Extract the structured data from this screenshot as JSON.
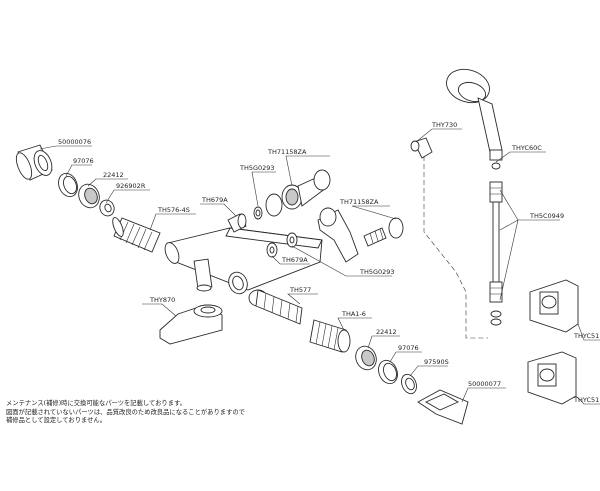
{
  "part_labels": {
    "p_50000076": "50000076",
    "p_97076_a": "97076",
    "p_22412_a": "22412",
    "p_926902R": "926902R",
    "p_TH576_4S": "TH576-4S",
    "p_TH679A_a": "TH679A",
    "p_TH5G0293_a": "TH5G0293",
    "p_TH71158ZA_a": "TH71158ZA",
    "p_TH71158ZA_b": "TH71158ZA",
    "p_TH679A_b": "TH679A",
    "p_TH5G0293_b": "TH5G0293",
    "p_THY730": "THY730",
    "p_THYC60C": "THYC60C",
    "p_TH5C0949": "TH5C0949",
    "p_THY870": "THY870",
    "p_TH577": "TH577",
    "p_THA1_6": "THA1-6",
    "p_22412_b": "22412",
    "p_97076_b": "97076",
    "p_97590S": "97590S",
    "p_50000077": "50000077",
    "p_THYC51_a": "THYC51",
    "p_THYC51_b": "THYC51"
  },
  "note_lines": [
    "メンテナンス(補修)時に交換可能なパーツを記載しております。",
    "図面が記載されていないパーツは、品質改良のため改良品になることがありますので",
    "補修品として設定しておりません。"
  ]
}
